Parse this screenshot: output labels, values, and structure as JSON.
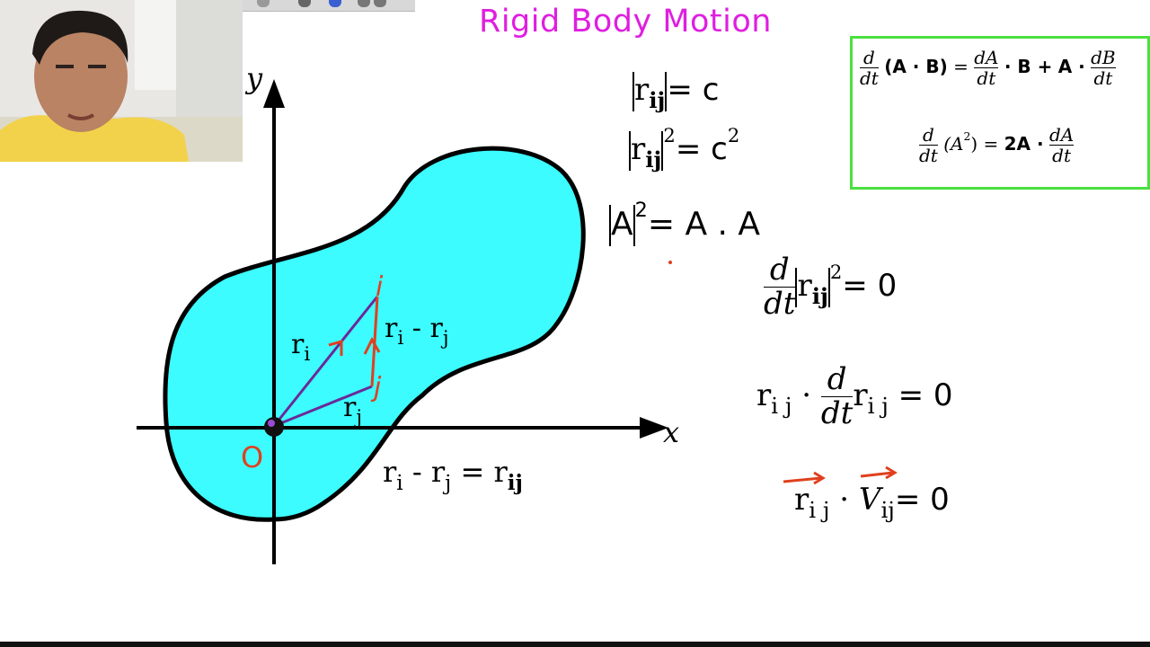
{
  "slide": {
    "title": "Rigid Body Motion"
  },
  "diagram": {
    "axis_y": "y",
    "axis_x": "x",
    "origin": "O",
    "vec_ri": "r",
    "vec_ri_sub": "i",
    "vec_rj": "r",
    "vec_rj_sub": "j",
    "point_i": "i",
    "point_j": "j",
    "diff_a": "r",
    "diff_a_sub": "i",
    "diff_minus": " - ",
    "diff_b": "r",
    "diff_b_sub": "j",
    "rel_eq": {
      "a": "r",
      "a_sub": "i",
      "minus": " - ",
      "b": "r",
      "b_sub": "j",
      "equals": " = ",
      "c": "r",
      "c_sub": "ij"
    }
  },
  "equations": {
    "eq1": {
      "r": "r",
      "sub": "ij",
      "rhs": "= c"
    },
    "eq2": {
      "r": "r",
      "sub": "ij",
      "sup": "2",
      "rhs": "= c",
      "rhs_sup": "2"
    },
    "eq3": {
      "a": "A",
      "sup": "2",
      "rhs": "= A . A"
    },
    "eq4": {
      "num": "d",
      "den": "dt",
      "r": "r",
      "sub": "ij",
      "sup": "2",
      "rhs": "= 0"
    },
    "eq5": {
      "r": "r",
      "sub": "i j",
      "dot": "·",
      "num": "d",
      "den": "dt",
      "r2": "r",
      "sub2": "i j",
      "rhs": "= 0"
    },
    "eq6": {
      "r": "r",
      "sub": "i j",
      "dot": "·",
      "v": "V",
      "vsub": "ij",
      "rhs": "= 0"
    }
  },
  "identity_box": {
    "line1": {
      "num_d": "d",
      "den_dt": "dt",
      "lhs": "(A · B)",
      "eq": "=",
      "num_dA": "dA",
      "den_dt2": "dt",
      "dotB": "· B +",
      "A": "A ·",
      "num_dB": "dB",
      "den_dt3": "dt"
    },
    "line2": {
      "num_d": "d",
      "den_dt": "dt",
      "lhs": "(A",
      "lhs_sup": "2",
      "lhs_close": ")",
      "eq": "=",
      "rhs": "2A ·",
      "num_dA": "dA",
      "den_dt2": "dt"
    }
  },
  "colors": {
    "title": "#e01ee0",
    "blob_fill": "#3cfcff",
    "annotation_red": "#e0401e",
    "vector_purple": "#6a2a9a",
    "box_border": "#4be040"
  }
}
